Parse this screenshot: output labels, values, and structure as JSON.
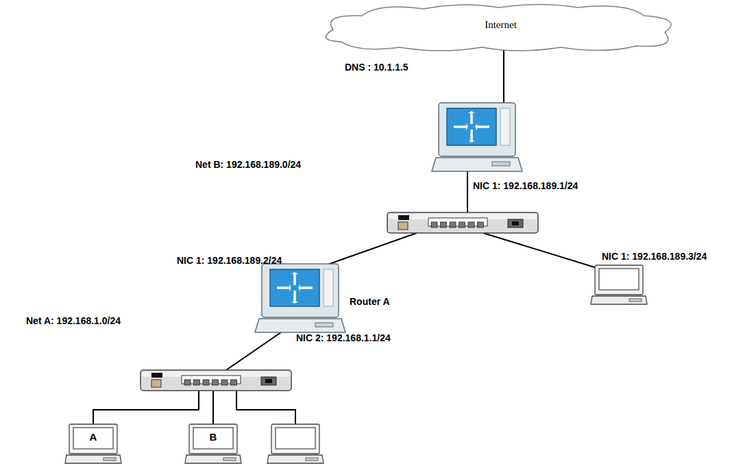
{
  "diagram": {
    "nodes": [
      {
        "text": [
          "Internet"
        ]
      },
      {
        "text": [
          "A"
        ]
      },
      {
        "text": [
          "B"
        ]
      }
    ],
    "labels": [
      "DNS : 10.1.1.5",
      "Net B: 192.168.189.0/24",
      "NIC 1: 192.168.189.1/24",
      "NIC 1: 192.168.189.3/24",
      "NIC 1: 192.168.189.2/24",
      "Router A",
      "Net A: 192.168.1.0/24",
      "NIC 2: 192.168.1.1/24"
    ]
  }
}
